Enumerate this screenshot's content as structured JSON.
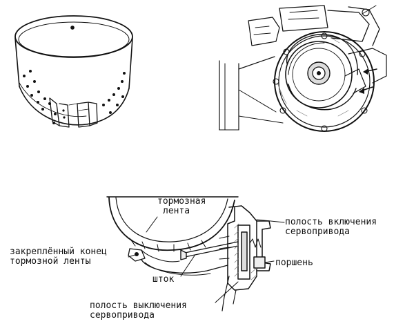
{
  "labels": {
    "brake_band": [
      "тормозная",
      "лента"
    ],
    "engage_cavity": [
      "полость включения",
      "сервопривода"
    ],
    "fixed_end": [
      "закреплённый конец",
      "тормозной ленты"
    ],
    "piston": "поршень",
    "rod": "шток",
    "release_cavity": [
      "полость выключения",
      "сервопривода"
    ]
  },
  "colors": {
    "ink": "#111111",
    "paper": "#ffffff",
    "shade": "#777777"
  }
}
